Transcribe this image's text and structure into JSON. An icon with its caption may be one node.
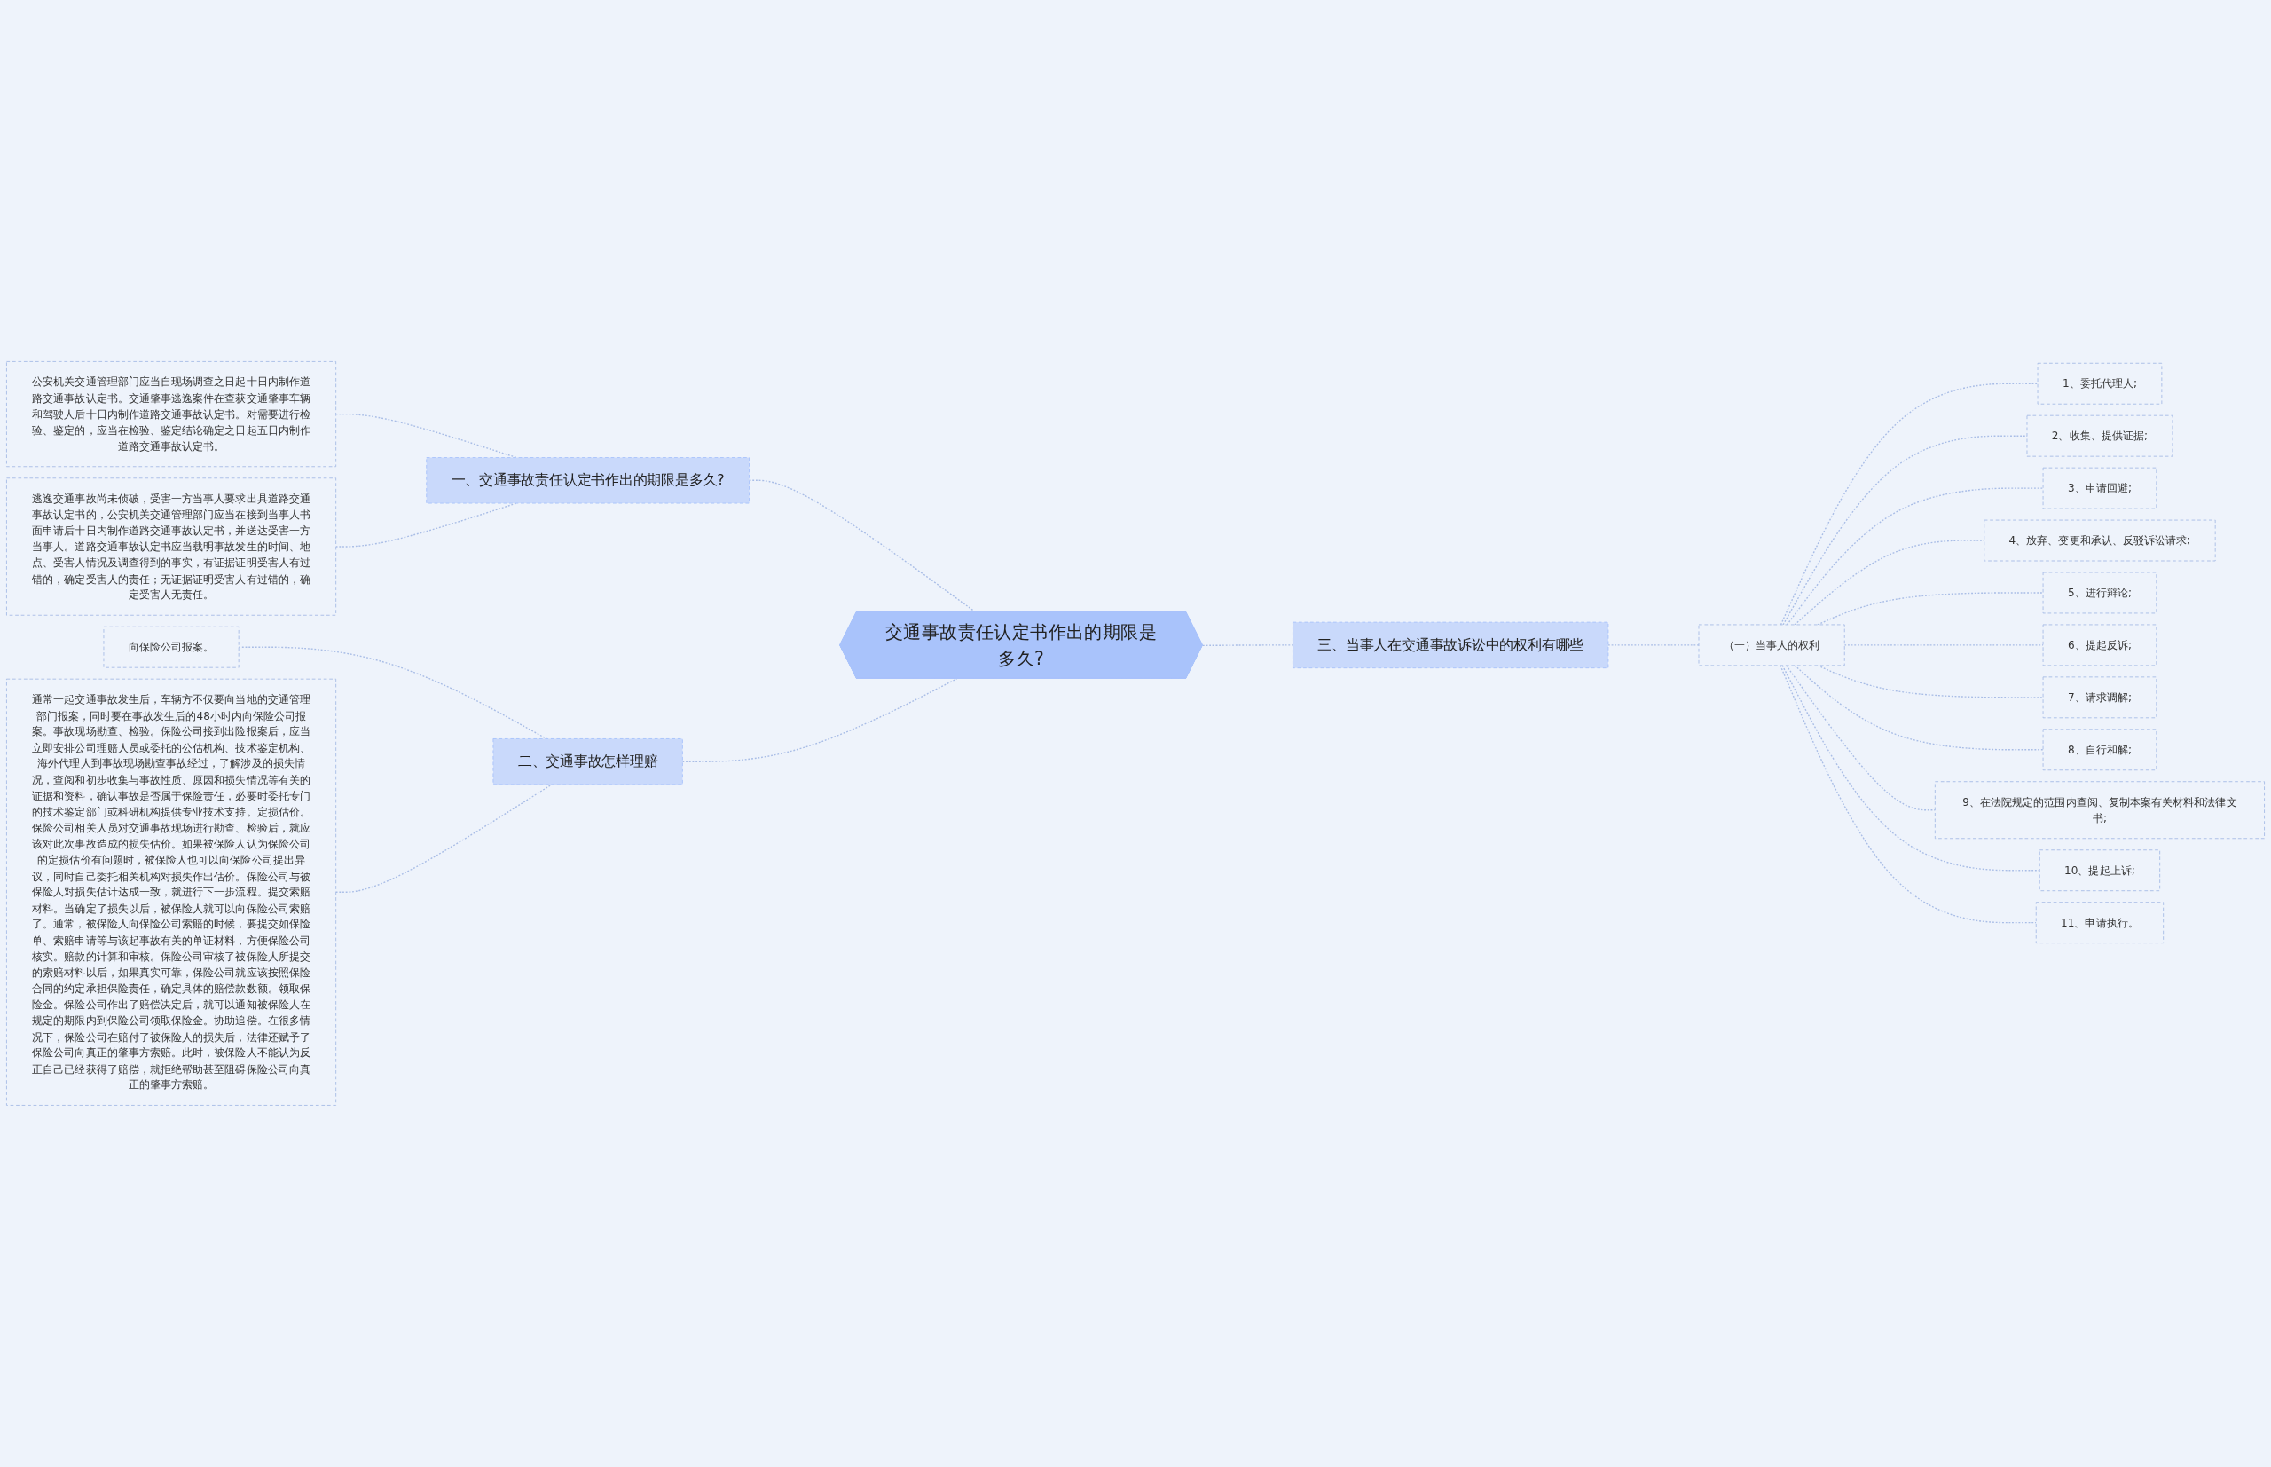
{
  "diagram": {
    "nodes": [
      {
        "text": [
          "交通事故责任认定书作出的期限是多久?"
        ]
      },
      {
        "text": [
          "一、交通事故责任认定书作出的期限是多久?"
        ]
      },
      {
        "text": [
          "公安机关交通管理部门应当自现场调查之日起十日内制作道路交通事故认定书。交通肇事逃逸案件在查获交通肇事车辆和驾驶人后十日内制作道路交通事故认定书。对需要进行检验、鉴定的，应当在检验、鉴定结论确定之日起五日内制作道路交通事故认定书。"
        ]
      },
      {
        "text": [
          "逃逸交通事故尚未侦破，受害一方当事人要求出具道路交通事故认定书的，公安机关交通管理部门应当在接到当事人书面申请后十日内制作道路交通事故认定书，并送达受害一方当事人。道路交通事故认定书应当载明事故发生的时间、地点、受害人情况及调查得到的事实，有证据证明受害人有过错的，确定受害人的责任；无证据证明受害人有过错的，确定受害人无责任。"
        ]
      },
      {
        "text": [
          "二、交通事故怎样理赔"
        ]
      },
      {
        "text": [
          "向保险公司报案。"
        ]
      },
      {
        "text": [
          "通常一起交通事故发生后，车辆方不仅要向当地的交通管理部门报案，同时要在事故发生后的48小时内向保险公司报案。事故现场勘查、检验。保险公司接到出险报案后，应当立即安排公司理赔人员或委托的公估机构、技术鉴定机构、海外代理人到事故现场勘查事故经过，了解涉及的损失情况，查阅和初步收集与事故性质、原因和损失情况等有关的证据和资料，确认事故是否属于保险责任，必要时委托专门的技术鉴定部门或科研机构提供专业技术支持。定损估价。保险公司相关人员对交通事故现场进行勘查、检验后，就应该对此次事故造成的损失估价。如果被保险人认为保险公司的定损估价有问题时，被保险人也可以向保险公司提出异议，同时自己委托相关机构对损失作出估价。保险公司与被保险人对损失估计达成一致，就进行下一步流程。提交索赔材料。当确定了损失以后，被保险人就可以向保险公司索赔了。通常，被保险人向保险公司索赔的时候，要提交如保险单、索赔申请等与该起事故有关的单证材料，方便保险公司核实。赔款的计算和审核。保险公司审核了被保险人所提交的索赔材料以后，如果真实可靠，保险公司就应该按照保险合同的约定承担保险责任，确定具体的赔偿款数额。领取保险金。保险公司作出了赔偿决定后，就可以通知被保险人在规定的期限内到保险公司领取保险金。协助追偿。在很多情况下，保险公司在赔付了被保险人的损失后，法律还赋予了保险公司向真正的肇事方索赔。此时，被保险人不能认为反正自己已经获得了赔偿，就拒绝帮助甚至阻碍保险公司向真正的肇事方索赔。"
        ]
      },
      {
        "text": [
          "三、当事人在交通事故诉讼中的权利有哪些"
        ]
      },
      {
        "text": [
          "（一）当事人的权利"
        ]
      },
      {
        "text": [
          "1、委托代理人;"
        ]
      },
      {
        "text": [
          "2、收集、提供证据;"
        ]
      },
      {
        "text": [
          "3、申请回避;"
        ]
      },
      {
        "text": [
          "4、放弃、变更和承认、反驳诉讼请求;"
        ]
      },
      {
        "text": [
          "5、进行辩论;"
        ]
      },
      {
        "text": [
          "6、提起反诉;"
        ]
      },
      {
        "text": [
          "7、请求调解;"
        ]
      },
      {
        "text": [
          "8、自行和解;"
        ]
      },
      {
        "text": [
          "9、在法院规定的范围内查阅、复制本案有关材料和法律文书;"
        ]
      },
      {
        "text": [
          "10、提起上诉;"
        ]
      },
      {
        "text": [
          "11、申请执行。"
        ]
      }
    ],
    "edges": [
      {
        "from": 0,
        "to": 1,
        "arrow": "none",
        "style": "dashed"
      },
      {
        "from": 1,
        "to": 2,
        "arrow": "none",
        "style": "dashed"
      },
      {
        "from": 1,
        "to": 3,
        "arrow": "none",
        "style": "dashed"
      },
      {
        "from": 0,
        "to": 4,
        "arrow": "none",
        "style": "dashed"
      },
      {
        "from": 4,
        "to": 5,
        "arrow": "none",
        "style": "dashed"
      },
      {
        "from": 4,
        "to": 6,
        "arrow": "none",
        "style": "dashed"
      },
      {
        "from": 0,
        "to": 7,
        "arrow": "none",
        "style": "dashed"
      },
      {
        "from": 7,
        "to": 8,
        "arrow": "none",
        "style": "dashed"
      },
      {
        "from": 8,
        "to": 9,
        "arrow": "none",
        "style": "dashed"
      },
      {
        "from": 8,
        "to": 10,
        "arrow": "none",
        "style": "dashed"
      },
      {
        "from": 8,
        "to": 11,
        "arrow": "none",
        "style": "dashed"
      },
      {
        "from": 8,
        "to": 12,
        "arrow": "none",
        "style": "dashed"
      },
      {
        "from": 8,
        "to": 13,
        "arrow": "none",
        "style": "dashed"
      },
      {
        "from": 8,
        "to": 14,
        "arrow": "none",
        "style": "dashed"
      },
      {
        "from": 8,
        "to": 15,
        "arrow": "none",
        "style": "dashed"
      },
      {
        "from": 8,
        "to": 16,
        "arrow": "none",
        "style": "dashed"
      },
      {
        "from": 8,
        "to": 17,
        "arrow": "none",
        "style": "dashed"
      },
      {
        "from": 8,
        "to": 18,
        "arrow": "none",
        "style": "dashed"
      },
      {
        "from": 8,
        "to": 19,
        "arrow": "none",
        "style": "dashed"
      }
    ]
  }
}
